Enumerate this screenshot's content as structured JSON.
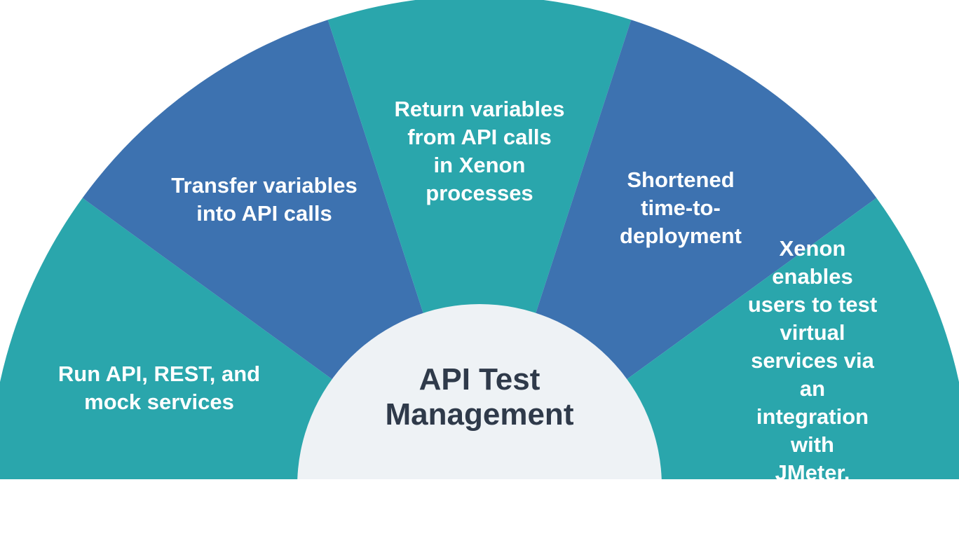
{
  "center": {
    "title": "API Test\nManagement",
    "fill": "#EEF2F5",
    "text_color": "#2F3A4A"
  },
  "segments": [
    {
      "label": "Run API, REST, and\nmock services",
      "fill": "#2AA6AC"
    },
    {
      "label": "Transfer variables\ninto API calls",
      "fill": "#3D72B0"
    },
    {
      "label": "Return variables\nfrom API calls\nin Xenon\nprocesses",
      "fill": "#2AA6AC"
    },
    {
      "label": "Shortened\ntime-to-\ndeployment",
      "fill": "#3D72B0"
    },
    {
      "label": "Xenon enables\nusers to test virtual\nservices via an\nintegration with\nJMeter, Redwood HQ\netc.",
      "fill": "#2AA6AC"
    }
  ],
  "colors": {
    "teal": "#2AA6AC",
    "blue": "#3D72B0",
    "label_text": "#FFFFFF"
  }
}
